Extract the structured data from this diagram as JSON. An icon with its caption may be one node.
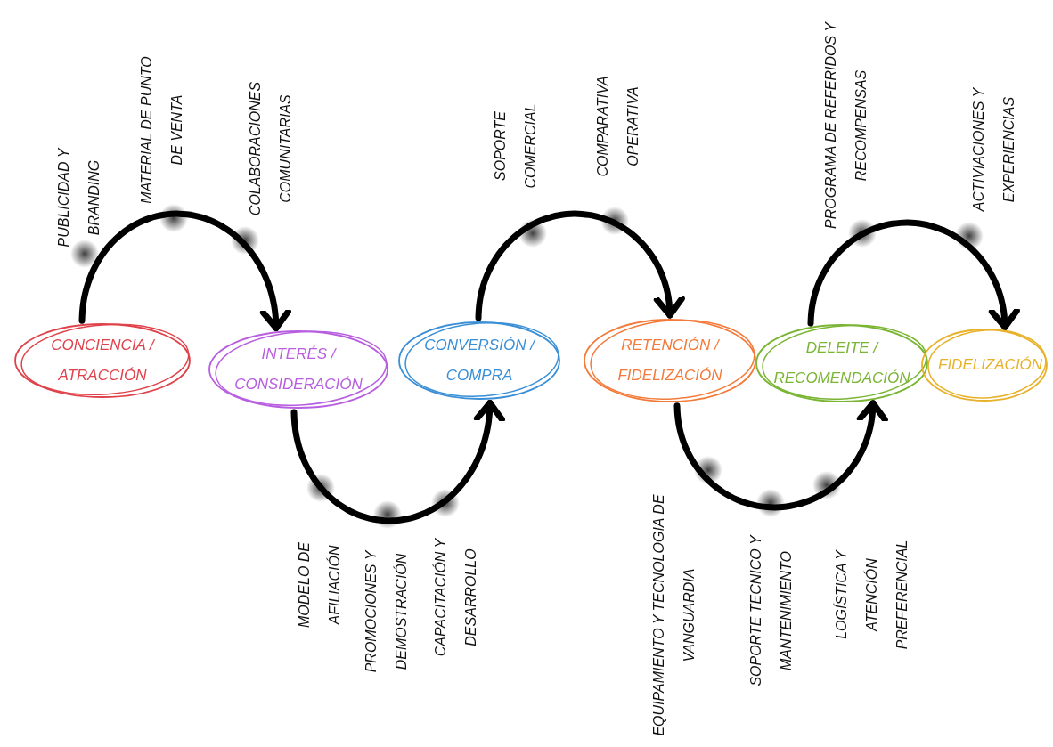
{
  "diagram": {
    "nodes": [
      {
        "text": [
          "CONCIENCIA / ATRACCIÓN"
        ]
      },
      {
        "text": [
          "INTERÉS / CONSIDERACIÓN"
        ]
      },
      {
        "text": [
          "CONVERSIÓN / COMPRA"
        ]
      },
      {
        "text": [
          "RETENCIÓN / FIDELIZACIÓN"
        ]
      },
      {
        "text": [
          "DELEITE / RECOMENDACIÓN"
        ]
      },
      {
        "text": [
          "FIDELIZACIÓN"
        ]
      }
    ],
    "edges": [
      {
        "from": 0,
        "to": 1,
        "arrow": "to"
      },
      {
        "from": 1,
        "to": 2,
        "arrow": "to"
      },
      {
        "from": 2,
        "to": 3,
        "arrow": "to"
      },
      {
        "from": 3,
        "to": 4,
        "arrow": "to"
      },
      {
        "from": 4,
        "to": 5,
        "arrow": "to"
      }
    ],
    "labels": [
      "PUBLICIDAD Y BRANDING",
      "MATERIAL DE PUNTO DE VENTA",
      "COLABORACIONES COMUNITARIAS",
      "MODELO DE AFILIACIÓN",
      "PROMOCIONES Y DEMOSTRACIÓN",
      "CAPACITACIÓN Y DESARROLLO",
      "SOPORTE COMERCIAL",
      "COMPARATIVA OPERATIVA",
      "EQUIPAMIENTO Y TECNOLOGIA DE VANGUARDIA",
      "SOPORTE TECNICO Y MANTENIMIENTO",
      "LOGÍSTICA Y ATENCIÓN PREFERENCIAL",
      "PROGRAMA DE REFERIDOS Y RECOMPENSAS",
      "ACTIVIACIONES Y EXPERIENCIAS"
    ]
  }
}
